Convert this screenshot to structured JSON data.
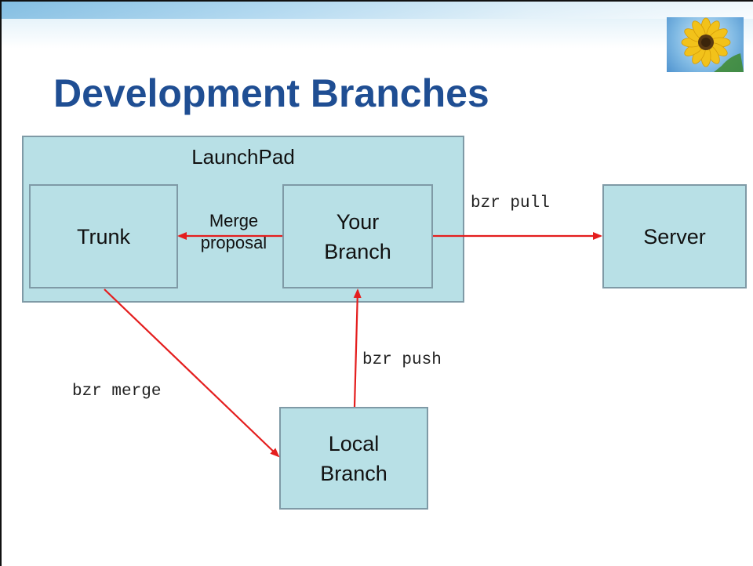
{
  "slide": {
    "title": "Development Branches",
    "image": {
      "icon": "sunflower-photo"
    }
  },
  "diagram": {
    "container": {
      "label": "LaunchPad"
    },
    "nodes": {
      "trunk": "Trunk",
      "your_branch": [
        "Your",
        "Branch"
      ],
      "server": "Server",
      "local_branch": [
        "Local",
        "Branch"
      ]
    },
    "edges": {
      "merge_proposal": [
        "Merge",
        "proposal"
      ],
      "bzr_pull": "bzr pull",
      "bzr_push": "bzr push",
      "bzr_merge": "bzr merge"
    },
    "colors": {
      "title": "#1f4e93",
      "box_fill": "#b8e0e6",
      "box_border": "#7f9aa6",
      "arrow": "#e41e1e"
    }
  }
}
